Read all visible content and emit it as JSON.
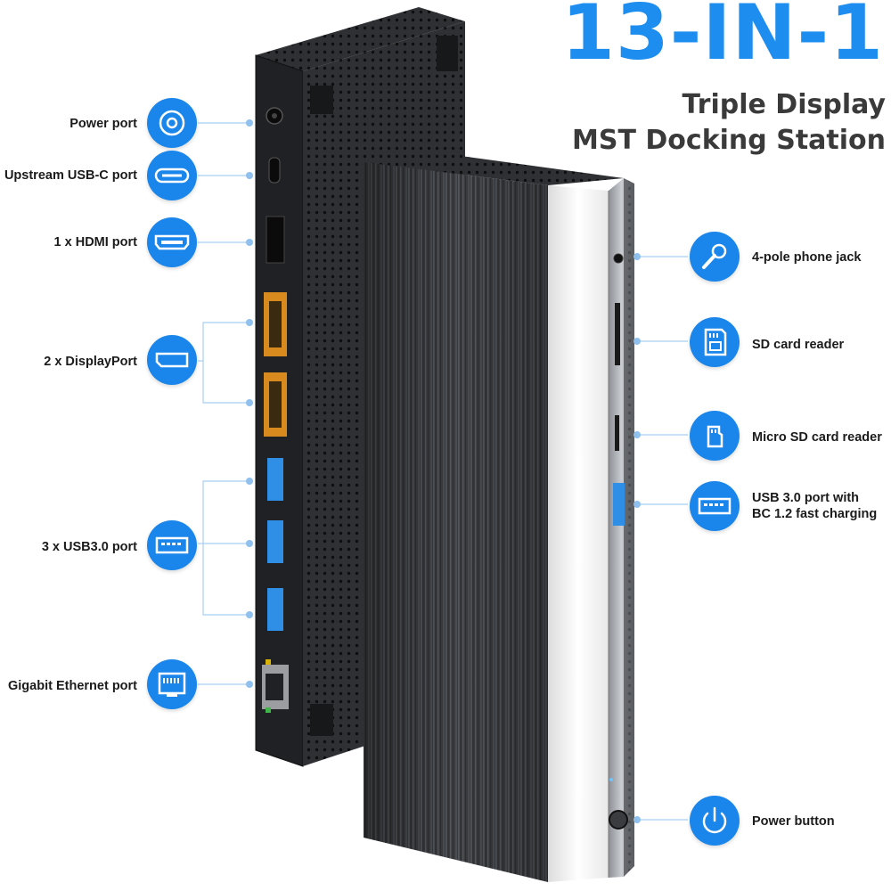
{
  "headline": "13-IN-1",
  "subtitle": {
    "line1": "Triple Display",
    "line2": "MST Docking Station"
  },
  "left_callouts": [
    {
      "label": "Power port",
      "icon": "power-port-icon"
    },
    {
      "label": "Upstream USB-C port",
      "icon": "usb-c-icon"
    },
    {
      "label": "1 x HDMI port",
      "icon": "hdmi-icon"
    },
    {
      "label": "2 x DisplayPort",
      "icon": "displayport-icon"
    },
    {
      "label": "3 x USB3.0 port",
      "icon": "usb-a-icon"
    },
    {
      "label": "Gigabit Ethernet port",
      "icon": "ethernet-icon"
    }
  ],
  "right_callouts": [
    {
      "label": "4-pole phone jack",
      "icon": "microphone-icon"
    },
    {
      "label": "SD card reader",
      "icon": "sd-card-icon"
    },
    {
      "label": "Micro SD card reader",
      "icon": "micro-sd-icon"
    },
    {
      "label": "USB 3.0 port with",
      "label2": "BC 1.2 fast charging",
      "icon": "usb-a-icon"
    },
    {
      "label": "Power button",
      "icon": "power-button-icon"
    }
  ],
  "colors": {
    "accent": "#1a86ec",
    "headline": "#1d8df0",
    "body_dark": "#2b2d30",
    "usb_blue": "#2f8fe6",
    "displayport_orange": "#d98a1e"
  }
}
